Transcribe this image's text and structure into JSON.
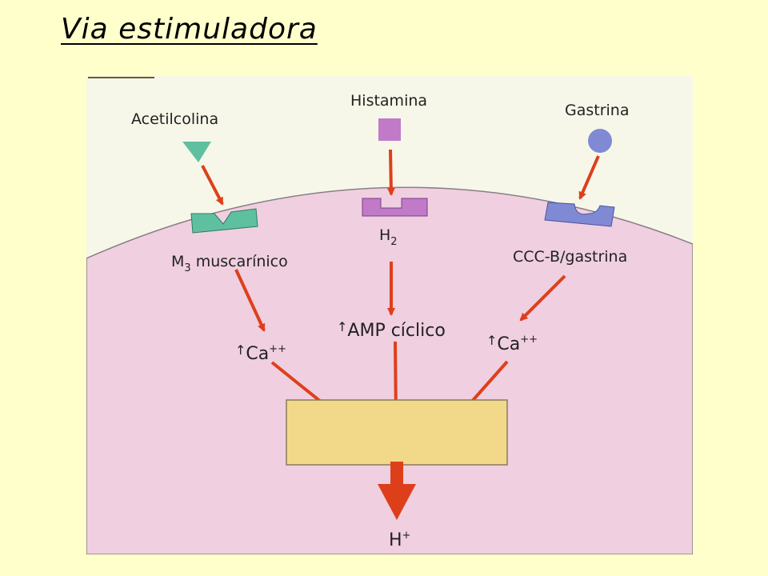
{
  "title": "Via estimuladora",
  "colors": {
    "page_background": "#ffffcc",
    "outside_cell": "#f6f7e9",
    "cell_cytoplasm": "#efcfe0",
    "arrow": "#de3f1b",
    "acetylcholine": "#5fc0a0",
    "histamine": "#c07ac8",
    "gastrin": "#8089d4",
    "effector_box": "#f2d98a"
  },
  "ligands": [
    {
      "id": "acetylcholine",
      "label": "Acetilcolina",
      "shape": "triangle"
    },
    {
      "id": "histamine",
      "label": "Histamina",
      "shape": "square"
    },
    {
      "id": "gastrin",
      "label": "Gastrina",
      "shape": "circle"
    }
  ],
  "receptors": [
    {
      "id": "m3",
      "label": "M",
      "subscript": "3",
      "suffix": " muscarínico"
    },
    {
      "id": "h2",
      "label": "H",
      "subscript": "2",
      "suffix": ""
    },
    {
      "id": "cck",
      "label": "CCC-B/gastrina",
      "subscript": "",
      "suffix": ""
    }
  ],
  "messengers": [
    {
      "id": "ca-left",
      "prefix": "↑",
      "label": "Ca",
      "superscript": "++"
    },
    {
      "id": "camp",
      "prefix": "↑",
      "label": "AMP cíclico",
      "superscript": ""
    },
    {
      "id": "ca-right",
      "prefix": "↑",
      "label": "Ca",
      "superscript": "++"
    }
  ],
  "output": {
    "label": "H",
    "superscript": "+"
  }
}
